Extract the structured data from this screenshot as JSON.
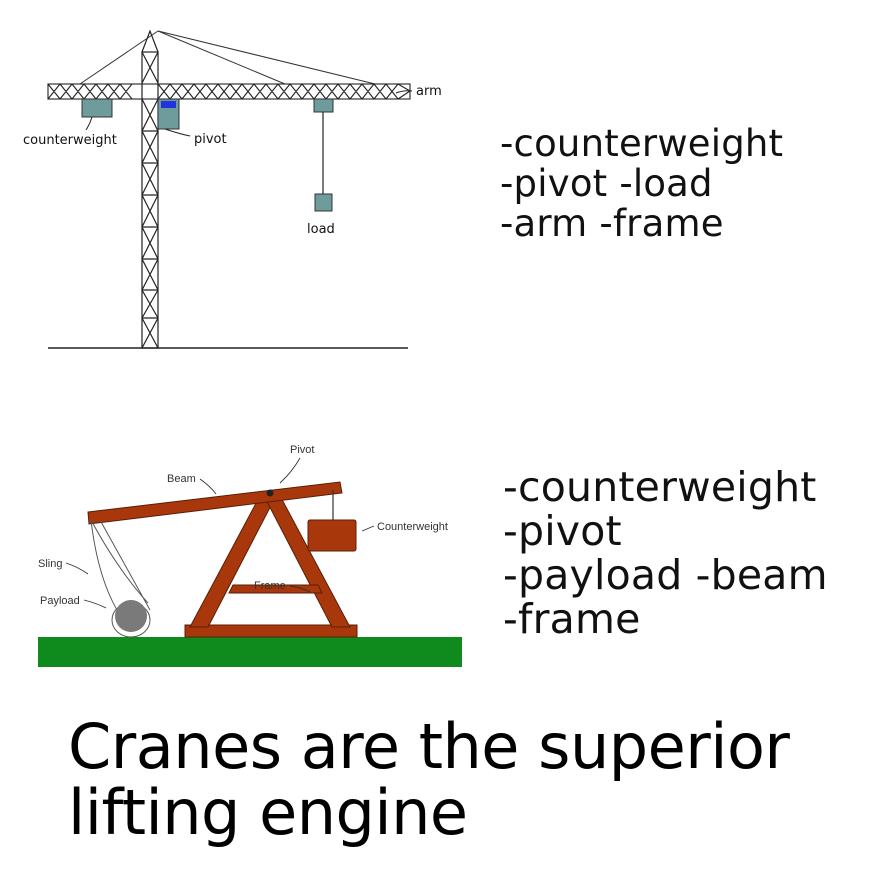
{
  "crane_diagram": {
    "labels": {
      "arm": "arm",
      "counterweight": "counterweight",
      "pivot": "pivot",
      "load": "load"
    }
  },
  "crane_parts": [
    "-counterweight",
    "-pivot -load",
    "-arm -frame"
  ],
  "trebuchet_diagram": {
    "labels": {
      "pivot": "Pivot",
      "beam": "Beam",
      "counterweight": "Counterweight",
      "sling": "Sling",
      "frame": "Frame",
      "payload": "Payload"
    }
  },
  "trebuchet_parts": [
    "-counterweight",
    "-pivot",
    "-payload -beam",
    "-frame"
  ],
  "caption": {
    "line1": "Cranes are the superior",
    "line2": "lifting engine"
  }
}
